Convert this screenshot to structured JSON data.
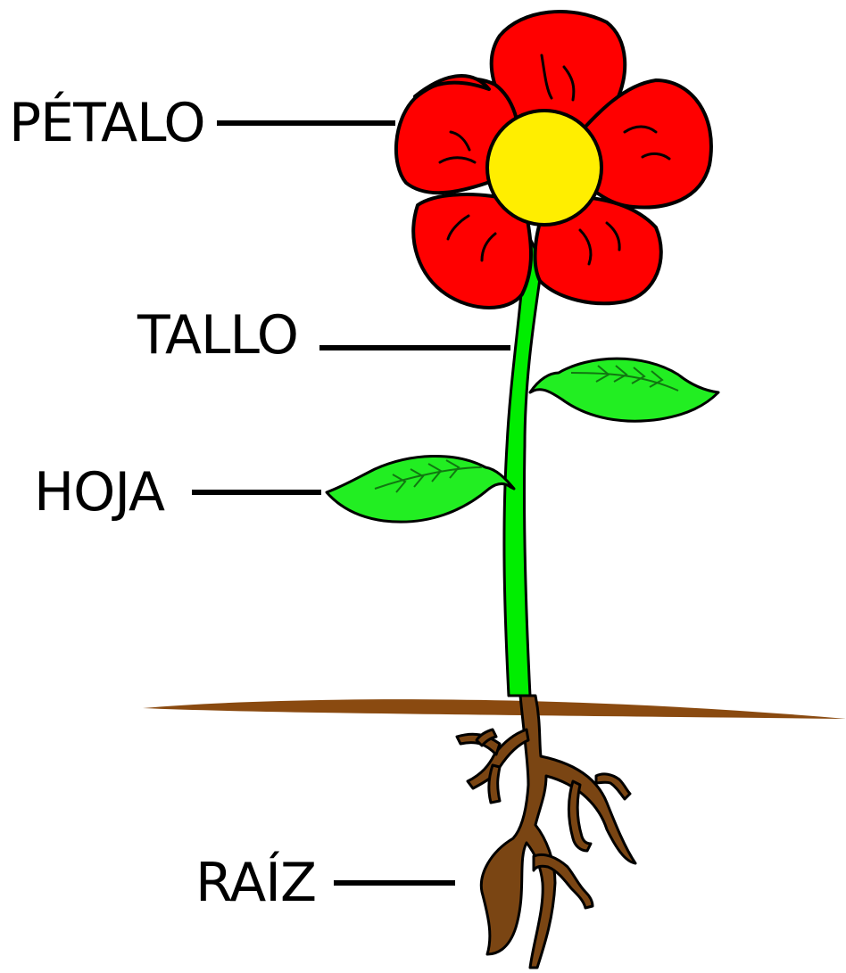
{
  "labels": {
    "petal": "PÉTALO",
    "stem": "TALLO",
    "leaf": "HOJA",
    "root": "RAÍZ"
  },
  "colors": {
    "petal_fill": "#ff0000",
    "center_fill": "#ffee00",
    "stem_fill": "#00ee00",
    "leaf_fill": "#22ee22",
    "ground_fill": "#8a4a10",
    "root_fill": "#7a4513",
    "outline": "#000000"
  }
}
